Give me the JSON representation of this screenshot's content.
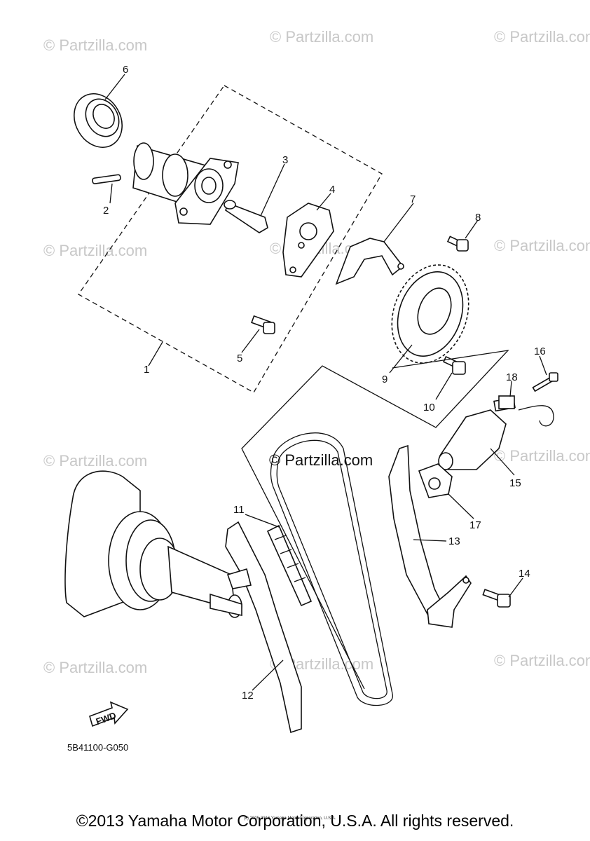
{
  "watermark": "© Partzilla.com",
  "center_watermark": "© Partzilla.com",
  "callouts": [
    "1",
    "2",
    "3",
    "4",
    "5",
    "6",
    "7",
    "8",
    "9",
    "10",
    "11",
    "12",
    "13",
    "14",
    "15",
    "16",
    "17",
    "18"
  ],
  "fwd_label": "FWD",
  "diagram_code": "5B41100-G050",
  "fine_print": "(c) 2005-2016 Yamaha Motor Corporation, U.S.A.",
  "footer": "©2013 Yamaha Motor Corporation, U.S.A. All rights reserved."
}
